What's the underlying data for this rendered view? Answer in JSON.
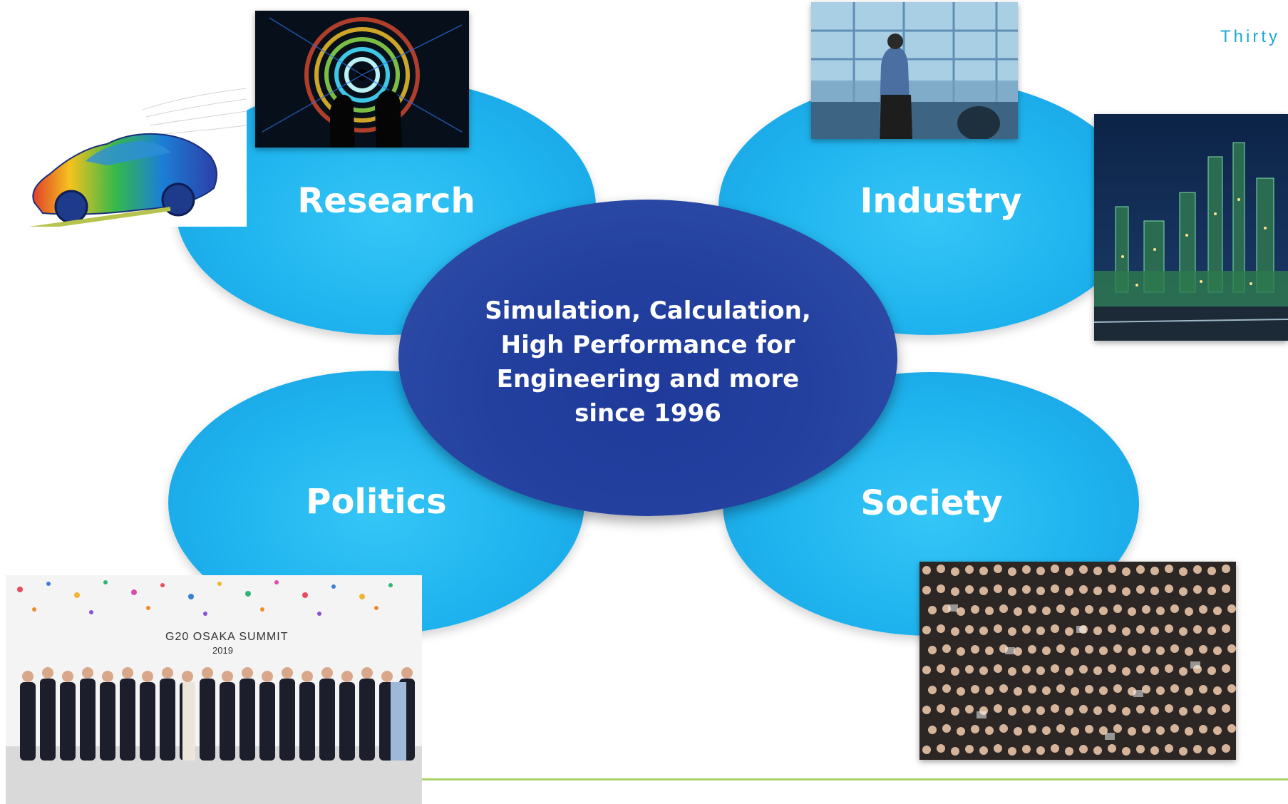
{
  "header": {
    "tagline": "Thirty"
  },
  "center": {
    "lines": [
      "Simulation, Calculation,",
      "High Performance for",
      "Engineering and more",
      "since 1996"
    ]
  },
  "petals": {
    "research": "Research",
    "industry": "Industry",
    "politics": "Politics",
    "society": "Society"
  },
  "photos": {
    "politics_banner_title": "G20 OSAKA SUMMIT",
    "politics_banner_year": "2019"
  },
  "colors": {
    "petal": "#1eb3ee",
    "center": "#23409f",
    "accent_line": "#a9d36b",
    "tagline": "#1aa8d6"
  }
}
